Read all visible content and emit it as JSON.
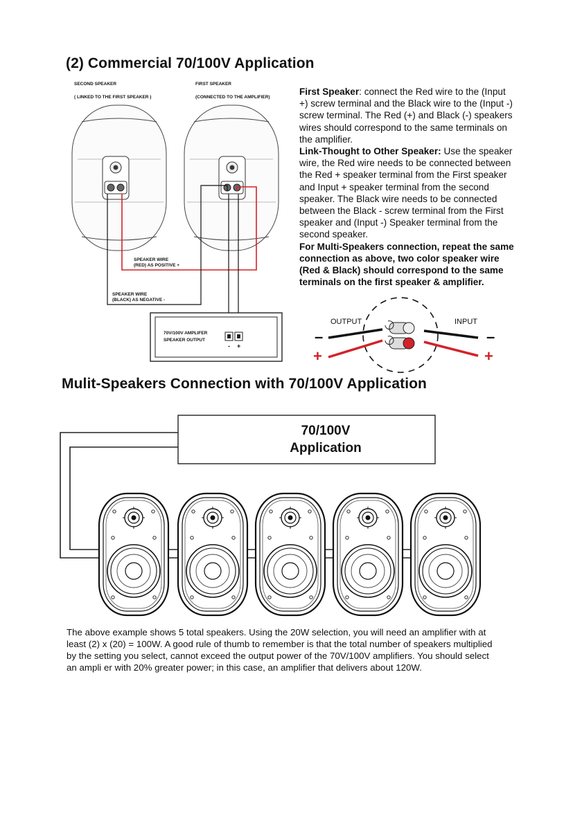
{
  "section1": {
    "title": "(2) Commercial 70/100V Application",
    "second_speaker_label": "SECOND SPEAKER",
    "second_speaker_sub": "( LINKED TO THE FIRST SPEAKER )",
    "first_speaker_label": "FIRST SPEAKER",
    "first_speaker_sub": "(CONNECTED TO THE AMPLIFIER)",
    "wire_red_line1": "SPEAKER WIRE",
    "wire_red_line2": "(RED) AS POSITIVE +",
    "wire_black_line1": "SPEAKER WIRE",
    "wire_black_line2": "(BLACK) AS NEGATIVE -",
    "amp_line1": "70V/100V AMPLIFER",
    "amp_line2": "SPEAKER OUTPUT",
    "amp_minus": "-",
    "amp_plus": "+"
  },
  "instructions": {
    "p1_bold": "First Speaker",
    "p1_text": ": connect the Red wire to the (Input +) screw terminal and the Black wire to the (Input -) screw terminal. The Red (+) and Black (-) speakers wires should correspond to the same terminals on the amplifier.",
    "p2_bold": "Link-Thought to Other Speaker:",
    "p2_text": " Use the speaker wire, the Red wire needs to be connected between the Red + speaker terminal from the First speaker and Input + speaker terminal from the second speaker. The Black wire needs to be connected between the Black - screw terminal from the First speaker and (Input -) Speaker terminal from the second speaker.",
    "p3_bold": "For Multi-Speakers connection, repeat the same connection as above, two color speaker wire (Red & Black) should correspond to the same terminals on the first speaker & amplifier."
  },
  "connector": {
    "output_label": "OUTPUT",
    "input_label": "INPUT",
    "minus_left": "–",
    "minus_right": "–",
    "plus_left": "+",
    "plus_right": "+"
  },
  "section2": {
    "title": "Mulit-Speakers Connection with 70/100V Application",
    "app_line1": "70/100V",
    "app_line2": "Application"
  },
  "bottom_paragraph": "The above example shows 5 total speakers. Using the 20W selection, you will need an amplifier with at least (2) x (20) = 100W. A good rule of thumb to remember is that the total number of speakers multiplied by the setting you select, cannot exceed the output power of the 70V/100V amplifiers. You should select an ampli er with 20% greater power; in this case, an amplifier that delivers about 120W.",
  "colors": {
    "red_wire": "#d2232a",
    "black_wire": "#111111"
  }
}
